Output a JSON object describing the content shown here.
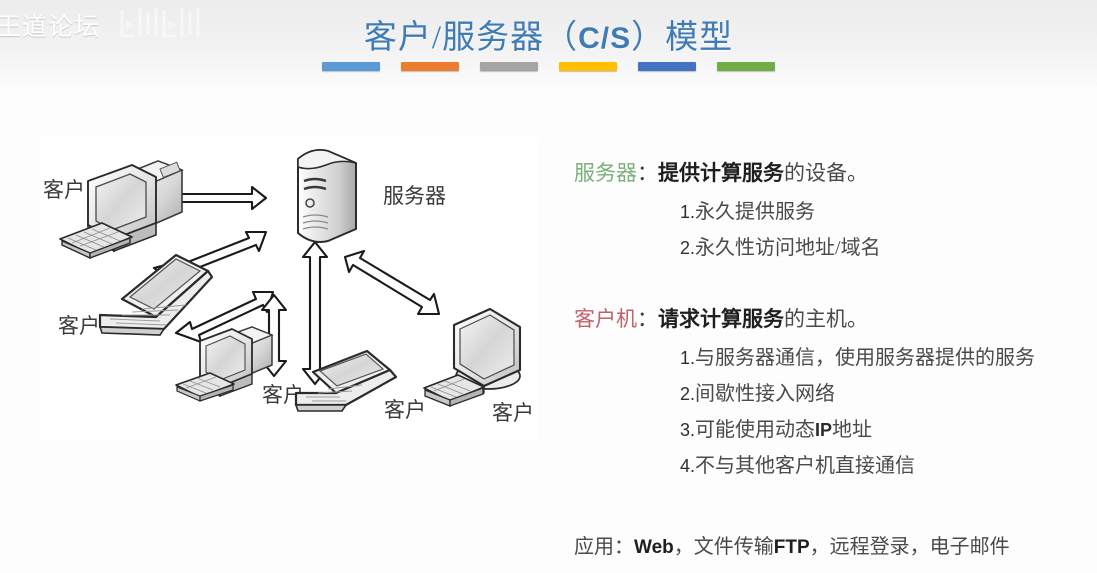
{
  "watermark": {
    "text": "王道论坛",
    "logo_name": "bilibili-logo"
  },
  "title": {
    "part1": "客户/服务器（",
    "cs": "C/S",
    "part2": "）模型",
    "color": "#3f7cb5"
  },
  "bars": [
    {
      "name": "bar-blue",
      "color": "#5b9bd5"
    },
    {
      "name": "bar-orange",
      "color": "#ed7d31"
    },
    {
      "name": "bar-gray",
      "color": "#a5a5a5"
    },
    {
      "name": "bar-yellow",
      "color": "#ffc000"
    },
    {
      "name": "bar-dark-blue",
      "color": "#4472c4"
    },
    {
      "name": "bar-green",
      "color": "#70ad47"
    }
  ],
  "diagram": {
    "name": "client-server-topology",
    "server_label": "服务器",
    "client_labels": [
      "客户",
      "客户",
      "客户",
      "客户",
      "客户"
    ],
    "nodes": [
      {
        "type": "desktop-pc",
        "label": "客户"
      },
      {
        "type": "laptop",
        "label": "客户"
      },
      {
        "type": "desktop-pc",
        "label": "客户"
      },
      {
        "type": "laptop",
        "label": "客户"
      },
      {
        "type": "monitor",
        "label": "客户"
      },
      {
        "type": "server",
        "label": "服务器"
      }
    ]
  },
  "content": {
    "server": {
      "term": "服务器",
      "colon": "：",
      "bold": "提供计算服务",
      "rest": "的设备。",
      "term_color": "#7ab07a",
      "items": [
        {
          "num": "1.",
          "text": "永久提供服务"
        },
        {
          "num": "2.",
          "text": "永久性访问地址/域名"
        }
      ]
    },
    "client": {
      "term": "客户机",
      "colon": "：",
      "bold": "请求计算服务",
      "rest": "的主机。",
      "term_color": "#c2616a",
      "items": [
        {
          "num": "1.",
          "text": "与服务器通信，使用服务器提供的服务"
        },
        {
          "num": "2.",
          "text": "间歇性接入网络"
        },
        {
          "num": "3.",
          "pre": "可能使用动态",
          "ascii": "IP",
          "post": "地址"
        },
        {
          "num": "4.",
          "text": "不与其他客户机直接通信"
        }
      ]
    },
    "apply": {
      "label": "应用：",
      "web": "Web",
      "sep1": "，文件传输",
      "ftp": "FTP",
      "sep2": "，远程登录，电子邮件"
    }
  }
}
